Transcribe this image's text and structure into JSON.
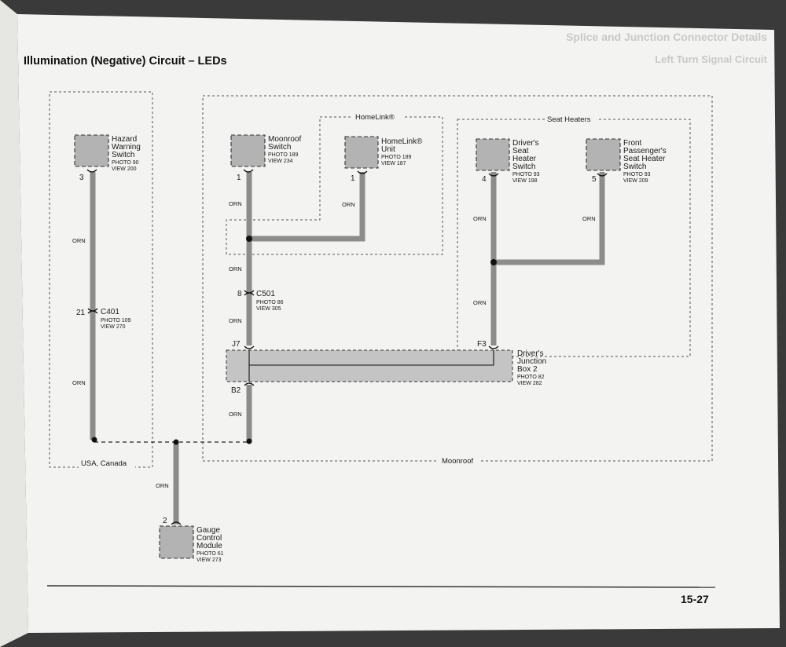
{
  "page": {
    "title": "Illumination (Negative) Circuit – LEDs",
    "page_number": "15-27",
    "bleed_text_1": "Splice and Junction Connector Details",
    "bleed_text_2": "Left Turn Signal Circuit"
  },
  "groups": {
    "usa_canada": "USA, Canada",
    "moonroof": "Moonroof",
    "homelink": "HomeLink®",
    "seat_heaters": "Seat Heaters"
  },
  "components": {
    "hazard": {
      "lines": [
        "Hazard",
        "Warning",
        "Switch"
      ],
      "photo": "PHOTO 90",
      "view": "VIEW 200",
      "pin": "3"
    },
    "moonroof": {
      "lines": [
        "Moonroof",
        "Switch"
      ],
      "photo": "PHOTO 189",
      "view": "VIEW 234",
      "pin": "1"
    },
    "homelink_unit": {
      "lines": [
        "HomeLink®",
        "Unit"
      ],
      "photo": "PHOTO 189",
      "view": "VIEW 187",
      "pin": "1"
    },
    "driver_seat": {
      "lines": [
        "Driver's",
        "Seat",
        "Heater",
        "Switch"
      ],
      "photo": "PHOTO 93",
      "view": "VIEW 198",
      "pin": "4"
    },
    "pass_seat": {
      "lines": [
        "Front",
        "Passenger's",
        "Seat Heater",
        "Switch"
      ],
      "photo": "PHOTO 93",
      "view": "VIEW 209",
      "pin": "5"
    },
    "gauge": {
      "lines": [
        "Gauge",
        "Control",
        "Module"
      ],
      "photo": "PHOTO 61",
      "view": "VIEW 273",
      "pin": "2"
    },
    "junction": {
      "lines": [
        "Driver's",
        "Junction",
        "Box 2"
      ],
      "photo": "PHOTO 82",
      "view": "VIEW 282",
      "pin_j7": "J7",
      "pin_b2": "B2",
      "pin_f3": "F3"
    }
  },
  "connectors": {
    "c401": {
      "name": "C401",
      "pin": "21",
      "photo": "PHOTO 109",
      "view": "VIEW 270"
    },
    "c501": {
      "name": "C501",
      "pin": "8",
      "photo": "PHOTO 86",
      "view": "VIEW 305"
    }
  },
  "wire_color": "ORN",
  "colors": {
    "wire": "#8c8c8c",
    "box_fill": "#b3b3b3",
    "junction_fill": "#c4c4c4",
    "paper": "#f3f3f1"
  }
}
